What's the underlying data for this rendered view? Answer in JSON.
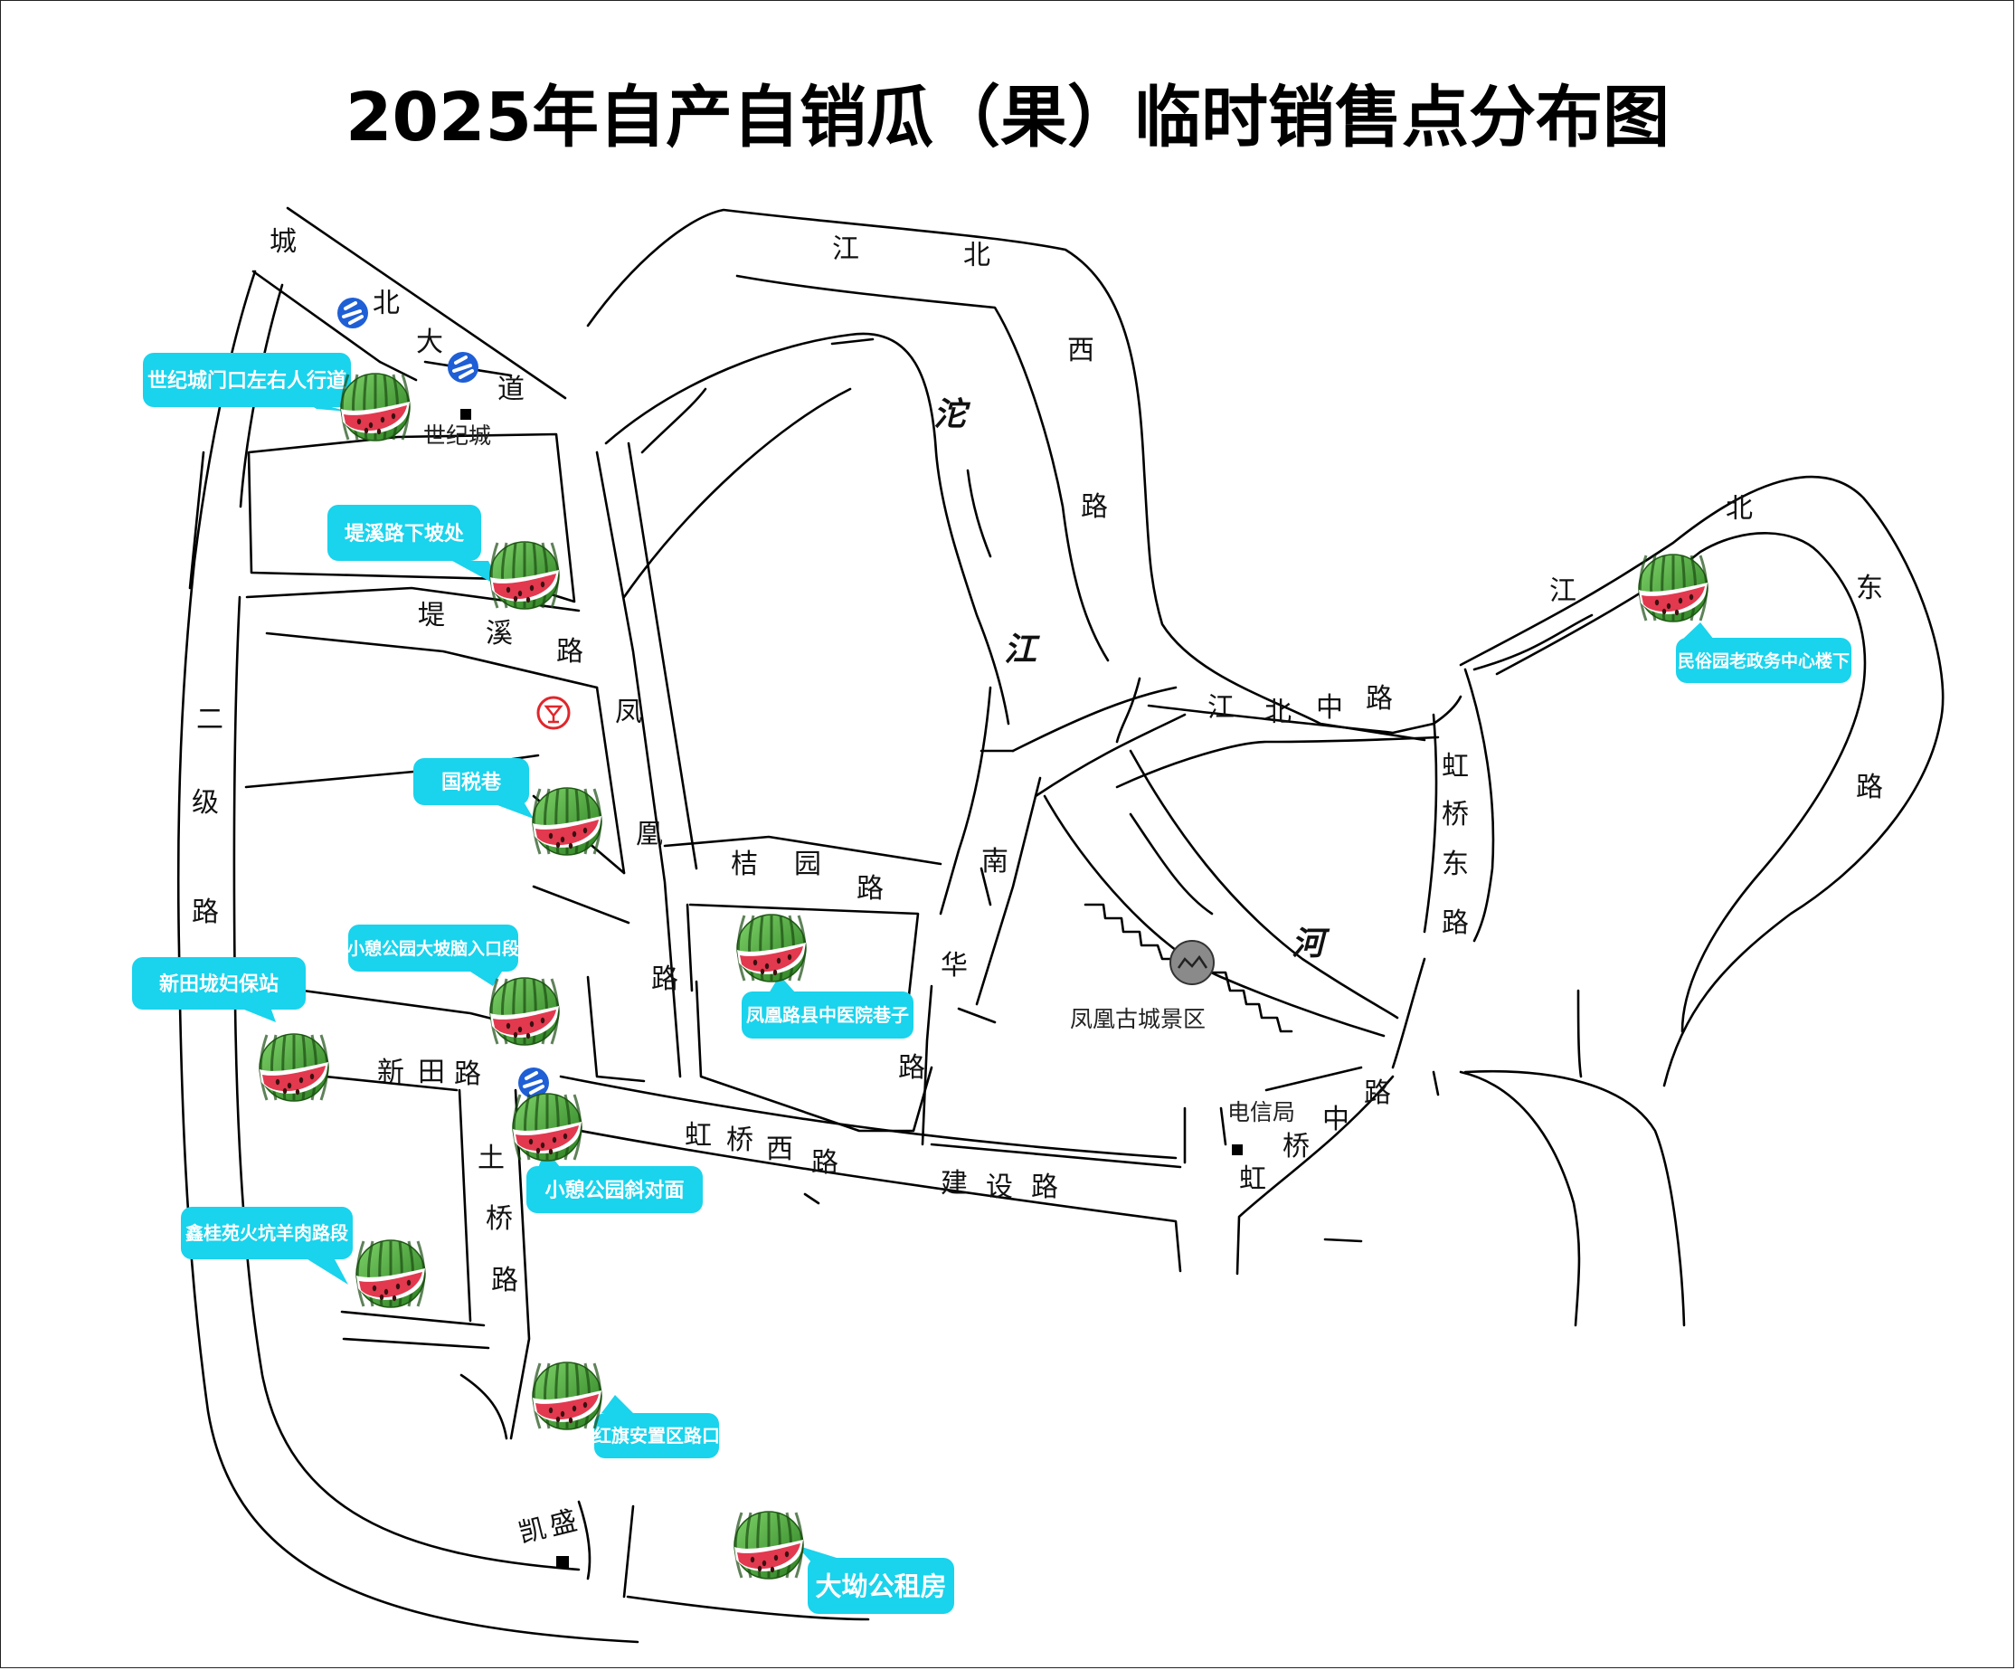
{
  "title": "2025年自产自销瓜（果）临时销售点分布图",
  "colors": {
    "callout": "#1ad3ec",
    "melon_red": "#e2394f",
    "melon_green": "#3c9a2b",
    "bus_icon": "#1f5fd6",
    "hotel_icon": "#e0262b",
    "landmark_icon": "#8a8a8a"
  },
  "road_labels": [
    {
      "id": "chengbei",
      "chars": [
        "城",
        "北",
        "大",
        "道"
      ]
    },
    {
      "id": "jiangbeixi",
      "chars": [
        "江",
        "北",
        "西",
        "路"
      ]
    },
    {
      "id": "tixi",
      "chars": [
        "堤",
        "溪",
        "路"
      ]
    },
    {
      "id": "erji",
      "chars": [
        "二",
        "级",
        "路"
      ]
    },
    {
      "id": "fenghuang",
      "chars": [
        "凤",
        "凰",
        "路"
      ]
    },
    {
      "id": "juyuan",
      "chars": [
        "桔",
        "园",
        "路"
      ]
    },
    {
      "id": "nanhua",
      "chars": [
        "南",
        "华",
        "路"
      ]
    },
    {
      "id": "jiangbeizhong",
      "chars": [
        "江",
        "北",
        "中",
        "路"
      ]
    },
    {
      "id": "hongqiaodong",
      "chars": [
        "虹",
        "桥",
        "东",
        "路"
      ]
    },
    {
      "id": "jiangbeidong",
      "chars": [
        "江",
        "北",
        "东",
        "路"
      ]
    },
    {
      "id": "xintian",
      "chars": [
        "新",
        "田",
        "路"
      ]
    },
    {
      "id": "hongqiaoxi",
      "chars": [
        "虹",
        "桥",
        "西",
        "路"
      ]
    },
    {
      "id": "jianshe",
      "chars": [
        "建",
        "设",
        "路"
      ]
    },
    {
      "id": "tuqiao",
      "chars": [
        "土",
        "桥",
        "路"
      ]
    },
    {
      "id": "hongqiaozhong",
      "chars": [
        "虹",
        "桥",
        "中",
        "路"
      ]
    },
    {
      "id": "kaisheng",
      "chars": [
        "凯",
        "盛"
      ]
    }
  ],
  "river_labels": [
    "沱",
    "江",
    "河"
  ],
  "places": {
    "shijicheng": "世纪城",
    "scenic": "凤凰古城景区",
    "telecom": "电信局"
  },
  "sales_points": [
    {
      "id": "sp1",
      "label": "世纪城门口左右人行道"
    },
    {
      "id": "sp2",
      "label": "堤溪路下坡处"
    },
    {
      "id": "sp3",
      "label": "国税巷"
    },
    {
      "id": "sp4",
      "label": "小憩公园大坡脑入口段"
    },
    {
      "id": "sp5",
      "label": "凤凰路县中医院巷子"
    },
    {
      "id": "sp6",
      "label": "新田垅妇保站"
    },
    {
      "id": "sp7",
      "label": "小憩公园斜对面"
    },
    {
      "id": "sp8",
      "label": "鑫桂苑火坑羊肉路段"
    },
    {
      "id": "sp9",
      "label": "红旗安置区路口"
    },
    {
      "id": "sp10",
      "label": "大坳公租房"
    },
    {
      "id": "sp11",
      "label": "民俗园老政务中心楼下"
    }
  ]
}
